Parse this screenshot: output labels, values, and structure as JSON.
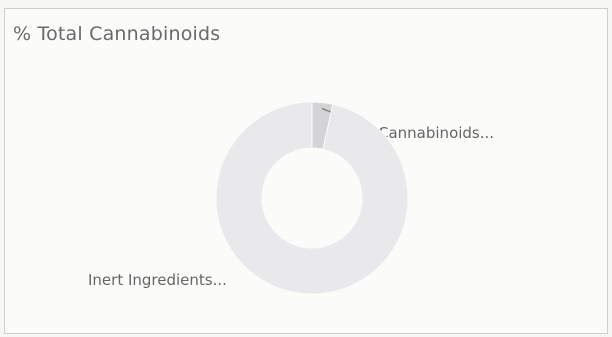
{
  "chart_data": {
    "type": "pie",
    "title": "% Total Cannabinoids",
    "donut": true,
    "slices": [
      {
        "label": "Cannabinoids...",
        "value": 3.5,
        "color": "#d4d4d6"
      },
      {
        "label": "Inert Ingredients...",
        "value": 96.5,
        "color": "#e9e9eb"
      }
    ],
    "legend": "none",
    "grid": false
  }
}
